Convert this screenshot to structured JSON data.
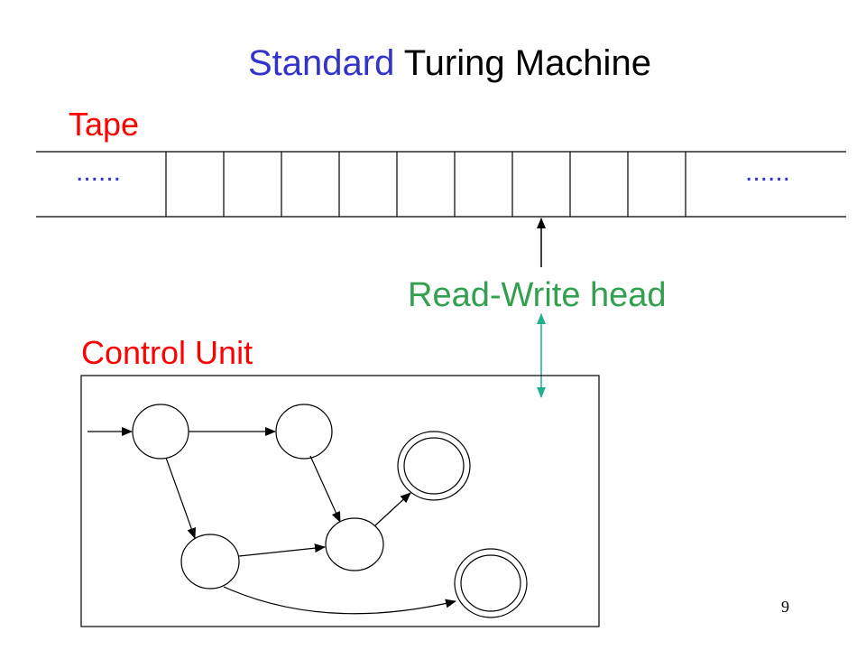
{
  "title": {
    "part1": "Standard",
    "part2": " Turing Machine"
  },
  "tape": {
    "label": "Tape",
    "ellipsis_left": "......",
    "ellipsis_right": "......"
  },
  "head": {
    "label": "Read-Write head"
  },
  "control_unit": {
    "label": "Control Unit"
  },
  "page_number": "9",
  "colors": {
    "title_accent": "#3333cc",
    "label_red": "#ff0000",
    "head_green": "#33a050",
    "double_arrow_teal": "#20b090",
    "line_black": "#000000"
  }
}
